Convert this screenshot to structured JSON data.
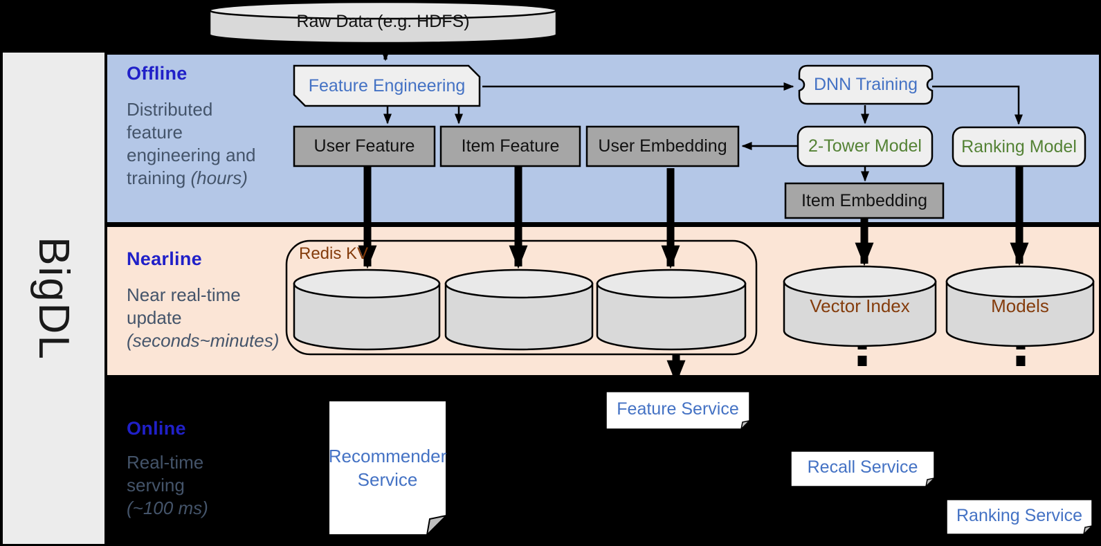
{
  "brand": "BigDL",
  "raw_data": {
    "label": "Raw Data (e.g. HDFS)"
  },
  "sections": {
    "offline": {
      "title": "Offline",
      "desc_lines": [
        "Distributed",
        "feature",
        "engineering and"
      ],
      "desc_tail": "training ",
      "desc_tail_italic": "(hours)"
    },
    "nearline": {
      "title": "Nearline",
      "desc_lines": [
        "Near real-time",
        "update"
      ],
      "desc_tail_italic": "(seconds~minutes)"
    },
    "online": {
      "title": "Online",
      "desc_lines": [
        "Real-time",
        "serving"
      ],
      "desc_tail_italic": "(~100 ms)"
    }
  },
  "nodes": {
    "feature_engineering": "Feature Engineering",
    "dnn_training": "DNN Training",
    "user_feature": "User Feature",
    "item_feature": "Item Feature",
    "user_embedding": "User Embedding",
    "two_tower_model": "2-Tower Model",
    "ranking_model": "Ranking Model",
    "item_embedding": "Item Embedding",
    "redis_kv": "Redis KV",
    "vector_index": "Vector Index",
    "models": "Models",
    "recommender_service": "Recommender Service",
    "feature_service": "Feature Service",
    "recall_service": "Recall Service",
    "ranking_service": "Ranking Service"
  },
  "colors": {
    "background": "#000000",
    "band_blue": "#B4C7E7",
    "band_orange": "#FBE5D6",
    "sidebar_gray": "#ECECEC",
    "header_blue": "#2020C8",
    "desc_slate": "#44546A",
    "node_text_blue": "#4472C4",
    "node_text_green": "#548235",
    "node_text_brown": "#843C0C",
    "box_dark_gray": "#A6A6A6",
    "box_light_gray": "#EFEFEF",
    "cylinder_gray": "#D9D9D9"
  }
}
